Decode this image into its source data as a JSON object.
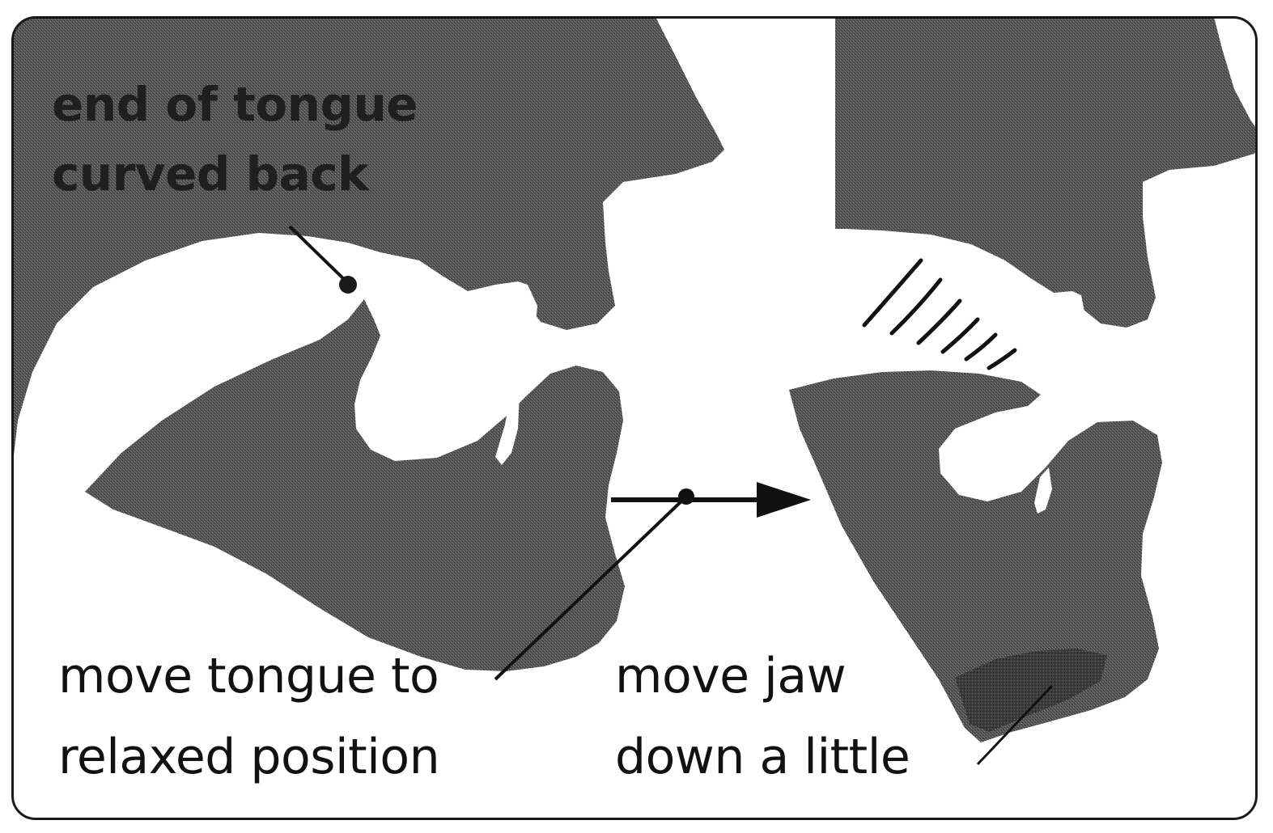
{
  "labels": {
    "tongue_curl_line1": "end of tongue",
    "tongue_curl_line2": "curved back",
    "left_caption_line1": "move tongue to",
    "left_caption_line2": "relaxed position",
    "right_caption_line1": "move jaw",
    "right_caption_line2": "down a little"
  },
  "colors": {
    "tissue": "#545454",
    "tissue_dark": "#3d3d3d",
    "background": "#ffffff",
    "ink": "#111111"
  }
}
